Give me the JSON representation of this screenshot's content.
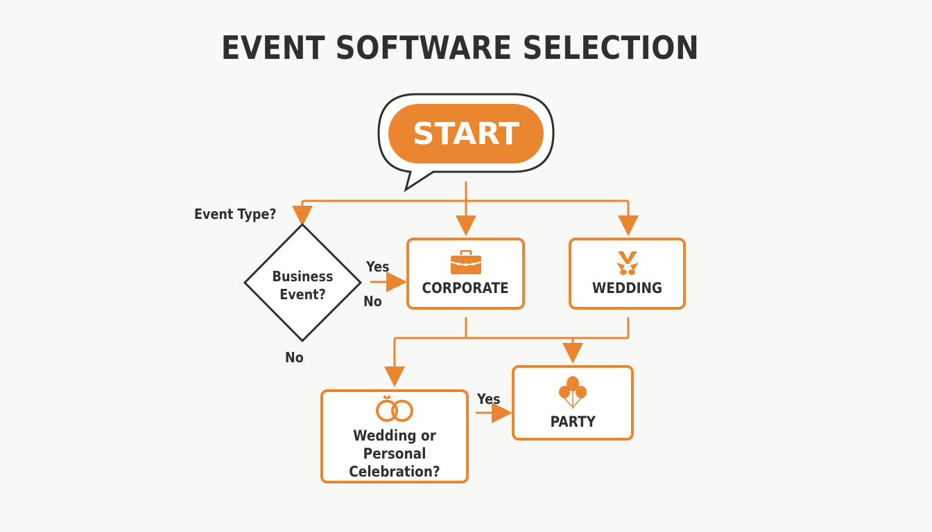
{
  "title": "EVENT SOFTWARE SELECTION",
  "colors": {
    "accent": "#ea8530",
    "text": "#2f2f2f",
    "background": "#f8f8f7"
  },
  "start": {
    "label": "START",
    "icon": "speech-bubble-icon"
  },
  "decision_event_type": {
    "label": "Event Type?"
  },
  "decision_business": {
    "label_line1": "Business",
    "label_line2": "Event?",
    "yes_label": "Yes",
    "no_label_right": "No",
    "no_label_bottom": "No"
  },
  "nodes": {
    "corporate": {
      "label": "CORPORATE",
      "icon": "briefcase-icon"
    },
    "wedding": {
      "label": "WEDDING",
      "icon": "wedding-bow-icon"
    },
    "personal": {
      "label_line1": "Wedding or Personal",
      "label_line2": "Celebration?",
      "icon": "rings-icon"
    },
    "party": {
      "label": "PARTY",
      "icon": "balloons-icon"
    }
  },
  "edges": [
    {
      "from": "start",
      "to": "decision_business"
    },
    {
      "from": "start",
      "to": "corporate"
    },
    {
      "from": "start",
      "to": "wedding"
    },
    {
      "from": "decision_business",
      "to": "corporate",
      "label": "Yes"
    },
    {
      "from": "corporate",
      "to": "personal"
    },
    {
      "from": "wedding",
      "to": "party"
    },
    {
      "from": "personal",
      "to": "party",
      "label": "Yes"
    }
  ]
}
